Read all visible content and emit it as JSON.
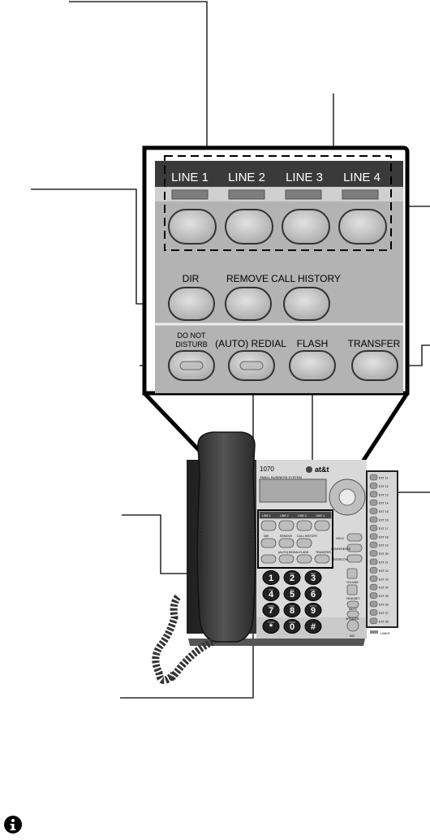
{
  "callout": {
    "line_keys": [
      "LINE 1",
      "LINE 2",
      "LINE 3",
      "LINE 4"
    ],
    "function_keys": [
      "DIR",
      "REMOVE",
      "CALL HISTORY"
    ],
    "bottom_keys": [
      "(AUTO) REDIAL",
      "FLASH",
      "TRANSFER"
    ],
    "do_not_disturb": [
      "DO NOT",
      "DISTURB"
    ]
  },
  "phone": {
    "brand": "at&t",
    "model": "1070",
    "subtitle": "SMALL BUSINESS SYSTEM",
    "mini_line_keys": [
      "LINE 1",
      "LINE 2",
      "LINE 3",
      "LINE 4"
    ],
    "mini_function_keys": [
      "DIR",
      "REMOVE",
      "CALL HISTORY"
    ],
    "mini_bottom_keys": [
      "(AUTO) REDIAL",
      "FLASH",
      "TRANSFER"
    ],
    "keypad": [
      {
        "digit": "1",
        "letters": ""
      },
      {
        "digit": "2",
        "letters": "ABC"
      },
      {
        "digit": "3",
        "letters": "DEF"
      },
      {
        "digit": "4",
        "letters": "GHI"
      },
      {
        "digit": "5",
        "letters": "JKL"
      },
      {
        "digit": "6",
        "letters": "MNO"
      },
      {
        "digit": "7",
        "letters": "PQRS"
      },
      {
        "digit": "8",
        "letters": "TUV"
      },
      {
        "digit": "9",
        "letters": "WXYZ"
      },
      {
        "digit": "*",
        "letters": "TONE"
      },
      {
        "digit": "0",
        "letters": "OPER"
      },
      {
        "digit": "#",
        "letters": ""
      }
    ],
    "side_keys": [
      "HOLD",
      "CONFERENCE",
      "INTERCOM"
    ],
    "right_keys": [
      "VOLUME",
      "HEADSET",
      "MUTE",
      "SPEAKER"
    ],
    "mic_label": "MIC",
    "lower_label": "LINKS",
    "ext_labels": [
      "EXT 11",
      "EXT 12",
      "EXT 13",
      "EXT 14",
      "EXT 15",
      "EXT 16",
      "EXT 17",
      "EXT 18",
      "EXT 19",
      "EXT 20",
      "EXT 21",
      "EXT 22",
      "EXT 23",
      "EXT 24",
      "EXT 25",
      "EXT 26",
      "EXT 27",
      "EXT 28"
    ]
  },
  "info_icon": "info-icon",
  "colors": {
    "panel": "#b3b3b3",
    "header": "#3a3a3a",
    "key": "#c9c9c9",
    "led": "#7a7a7a",
    "phone_body": "#2b2b2b"
  }
}
